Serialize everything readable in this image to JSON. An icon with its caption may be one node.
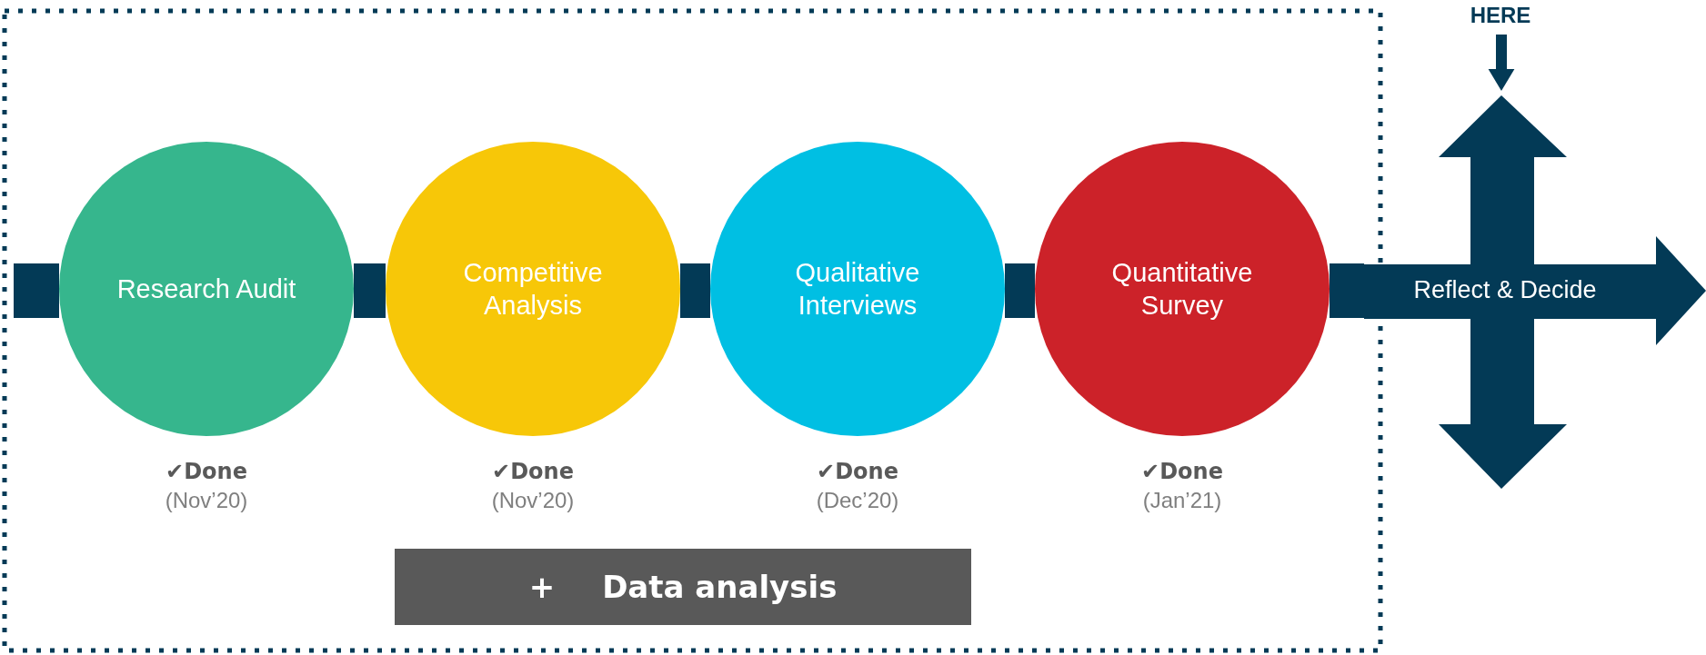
{
  "diagram": {
    "nodes": [
      {
        "text": [
          "Research Audit"
        ],
        "beside": [
          "✔Done",
          "(Nov’20)"
        ]
      },
      {
        "text": [
          "Competitive Analysis"
        ],
        "beside": [
          "✔Done",
          "(Nov’20)"
        ]
      },
      {
        "text": [
          "Qualitative Interviews"
        ],
        "beside": [
          "✔Done",
          "(Dec’20)"
        ]
      },
      {
        "text": [
          "Quantitative Survey"
        ],
        "beside": [
          "✔Done",
          "(Jan’21)"
        ]
      },
      {
        "text": [
          "Reflect & Decide"
        ]
      },
      {
        "text": [
          "HERE"
        ]
      },
      {
        "text": [
          "+",
          "Data analysis"
        ]
      }
    ],
    "edges": [
      {
        "from": null,
        "to": 0,
        "arrow": "none"
      },
      {
        "from": 0,
        "to": 1,
        "arrow": "none"
      },
      {
        "from": 1,
        "to": 2,
        "arrow": "none"
      },
      {
        "from": 2,
        "to": 3,
        "arrow": "none"
      },
      {
        "from": 3,
        "to": 4,
        "arrow": "none"
      },
      {
        "from": 5,
        "to": 4,
        "arrow": "to"
      }
    ]
  }
}
